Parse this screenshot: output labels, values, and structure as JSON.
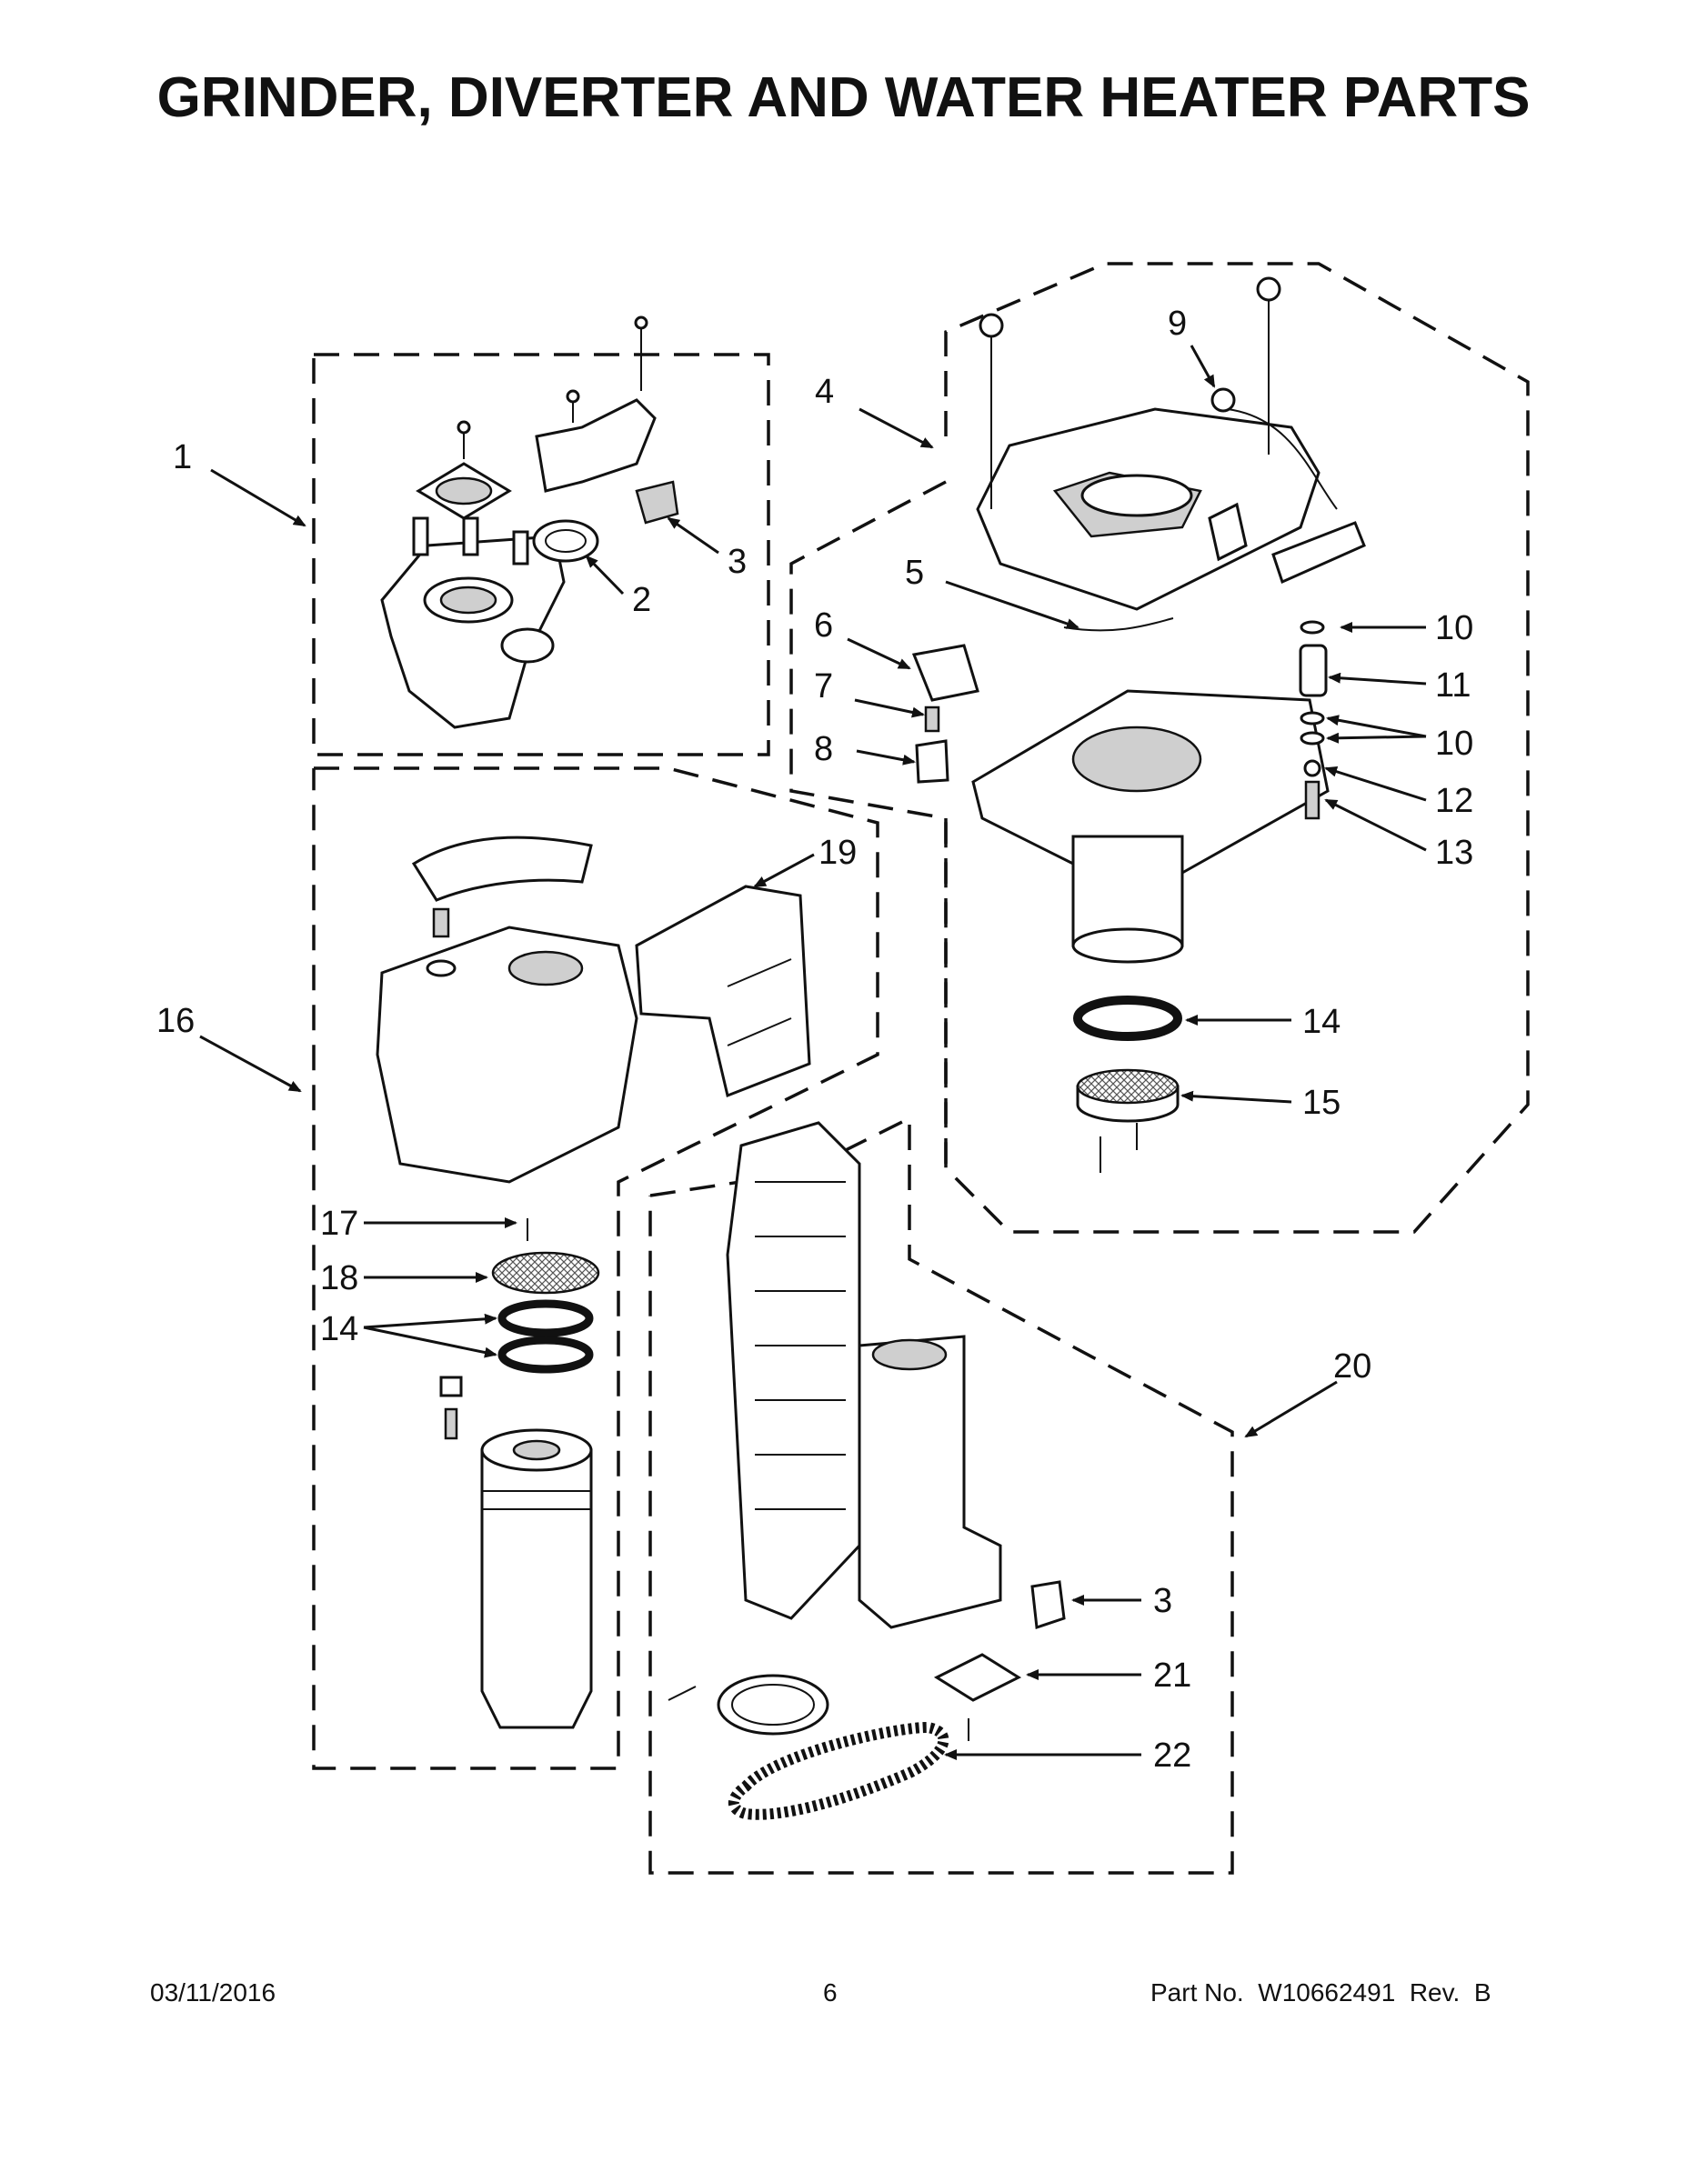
{
  "title": "GRINDER, DIVERTER AND WATER HEATER PARTS",
  "callouts": {
    "c1": "1",
    "c2": "2",
    "c3a": "3",
    "c3b": "3",
    "c4": "4",
    "c5": "5",
    "c6": "6",
    "c7": "7",
    "c8": "8",
    "c9": "9",
    "c10a": "10",
    "c10b": "10",
    "c11": "11",
    "c12": "12",
    "c13": "13",
    "c14a": "14",
    "c14b": "14",
    "c15": "15",
    "c16": "16",
    "c17": "17",
    "c18": "18",
    "c19": "19",
    "c20": "20",
    "c21": "21",
    "c22": "22"
  },
  "footer": {
    "date": "03/11/2016",
    "page": "6",
    "part_no": "Part No.  W10662491  Rev.  B"
  }
}
